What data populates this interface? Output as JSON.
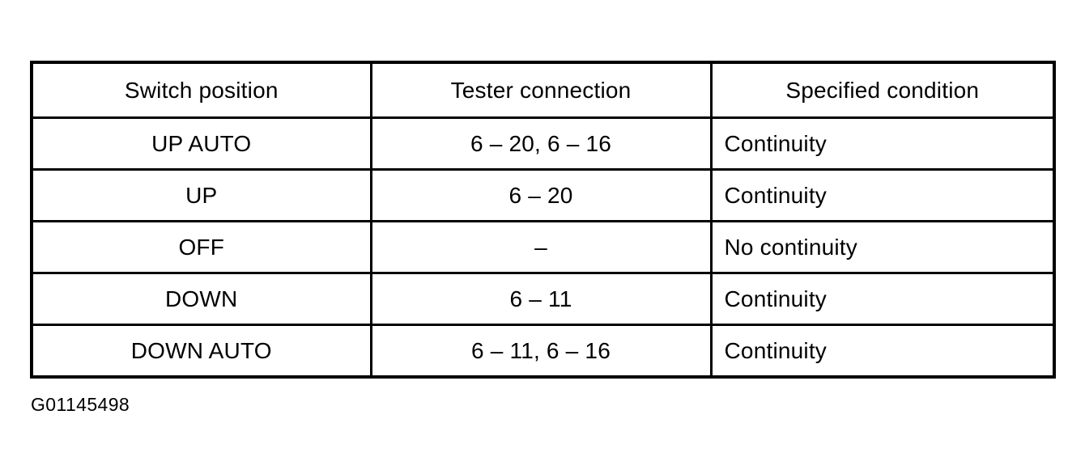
{
  "document": {
    "type": "service-manual-inspection-table",
    "caption": "G01145498",
    "background_color": "#ffffff",
    "text_color": "#000000",
    "border_color": "#000000"
  },
  "table": {
    "headers": [
      "Switch position",
      "Tester connection",
      "Specified condition"
    ],
    "header_alignment": [
      "center",
      "center",
      "center"
    ],
    "body_alignment": [
      "center",
      "center",
      "left"
    ],
    "rows": [
      {
        "switch_position": "UP AUTO",
        "tester_connection": "6 – 20, 6 – 16",
        "specified_condition": "Continuity"
      },
      {
        "switch_position": "UP",
        "tester_connection": "6 – 20",
        "specified_condition": "Continuity"
      },
      {
        "switch_position": "OFF",
        "tester_connection": "–",
        "specified_condition": "No continuity"
      },
      {
        "switch_position": "DOWN",
        "tester_connection": "6 – 11",
        "specified_condition": "Continuity"
      },
      {
        "switch_position": "DOWN AUTO",
        "tester_connection": "6 – 11, 6 – 16",
        "specified_condition": "Continuity"
      }
    ]
  }
}
